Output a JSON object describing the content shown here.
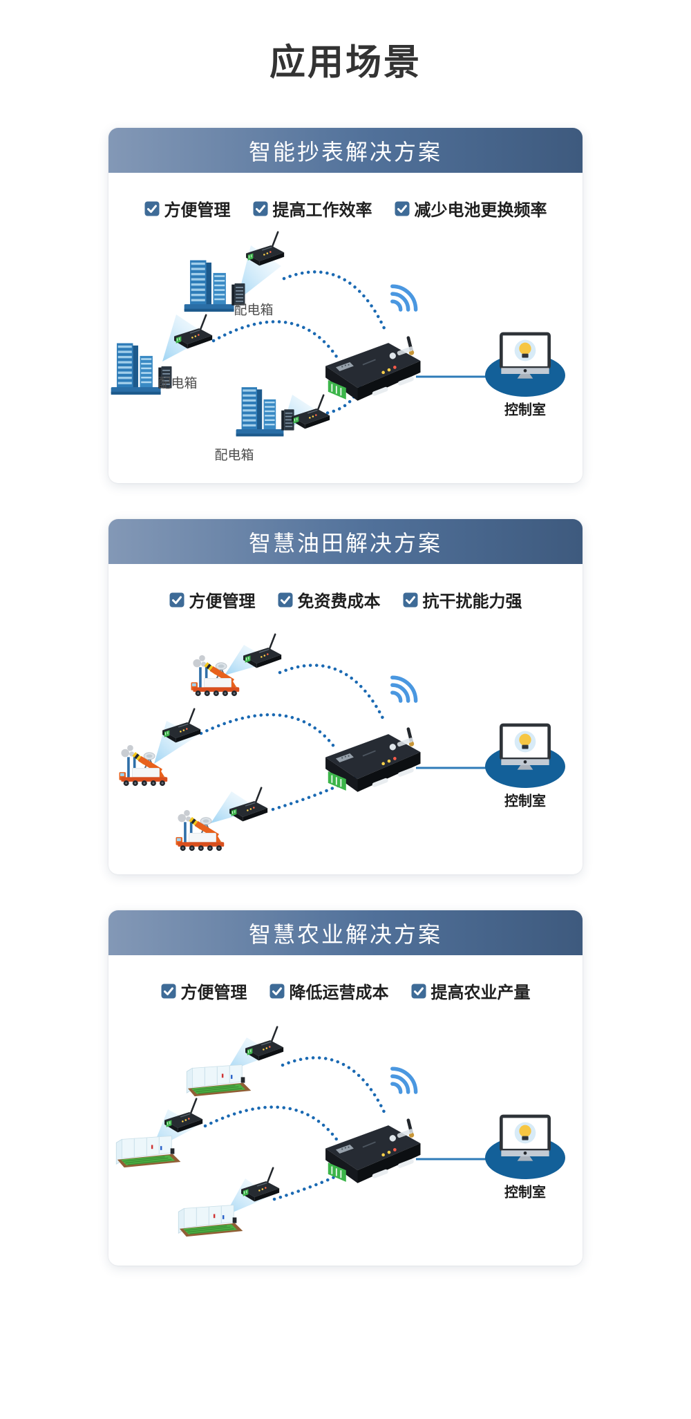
{
  "page_title": "应用场景",
  "cards": [
    {
      "title": "智能抄表解决方案",
      "features": [
        "方便管理",
        "提高工作效率",
        "减少电池更换频率"
      ],
      "node_label": "配电箱",
      "control_room_label": "控制室"
    },
    {
      "title": "智慧油田解决方案",
      "features": [
        "方便管理",
        "免资费成本",
        "抗干扰能力强"
      ],
      "control_room_label": "控制室"
    },
    {
      "title": "智慧农业解决方案",
      "features": [
        "方便管理",
        "降低运营成本",
        "提高农业产量"
      ],
      "control_room_label": "控制室"
    }
  ],
  "colors": {
    "page_background": "#ffffff",
    "title_text": "#333333",
    "header_gradient_start": "#8398b6",
    "header_gradient_end": "#3e5a7e",
    "header_text": "#ffffff",
    "checkbox_blue": "#3e6b97",
    "signal_arc_blue": "#1a69b2",
    "wifi_blue": "#4a97e0",
    "control_room_ellipse_blue": "#136099",
    "link_line_blue": "#2e7bb8",
    "bulb_yellow": "#f6c643",
    "device_body_black": "#262b33",
    "terminal_green": "#3cb54a"
  },
  "icons": {
    "checkbox": "checked-checkbox",
    "wifi": "wifi-signal",
    "radio_module": "wireless-transceiver-module",
    "gateway": "dtu-gateway-device",
    "monitor": "control-room-monitor",
    "building": "distribution-box-building",
    "pumpjack": "oil-pump-truck",
    "greenhouse": "greenhouse"
  }
}
